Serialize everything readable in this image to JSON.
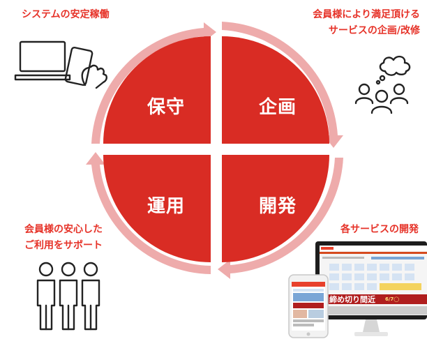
{
  "quadrants": {
    "top_left": "保守",
    "top_right": "企画",
    "bottom_left": "運用",
    "bottom_right": "開発"
  },
  "captions": {
    "top_left": [
      "システムの安定稼働"
    ],
    "top_right": [
      "会員様により満足頂ける",
      "サービスの企画/改修"
    ],
    "bottom_left": [
      "会員様の安心した",
      "ご利用をサポート"
    ],
    "bottom_right": [
      "各サービスの開発"
    ]
  },
  "screen": {
    "banner": "締め切り間近",
    "banner_date": "6/7◯"
  },
  "colors": {
    "quadrant": "#d92c24",
    "ring": "#eeabab",
    "caption": "#e63228",
    "line": "#222222"
  }
}
